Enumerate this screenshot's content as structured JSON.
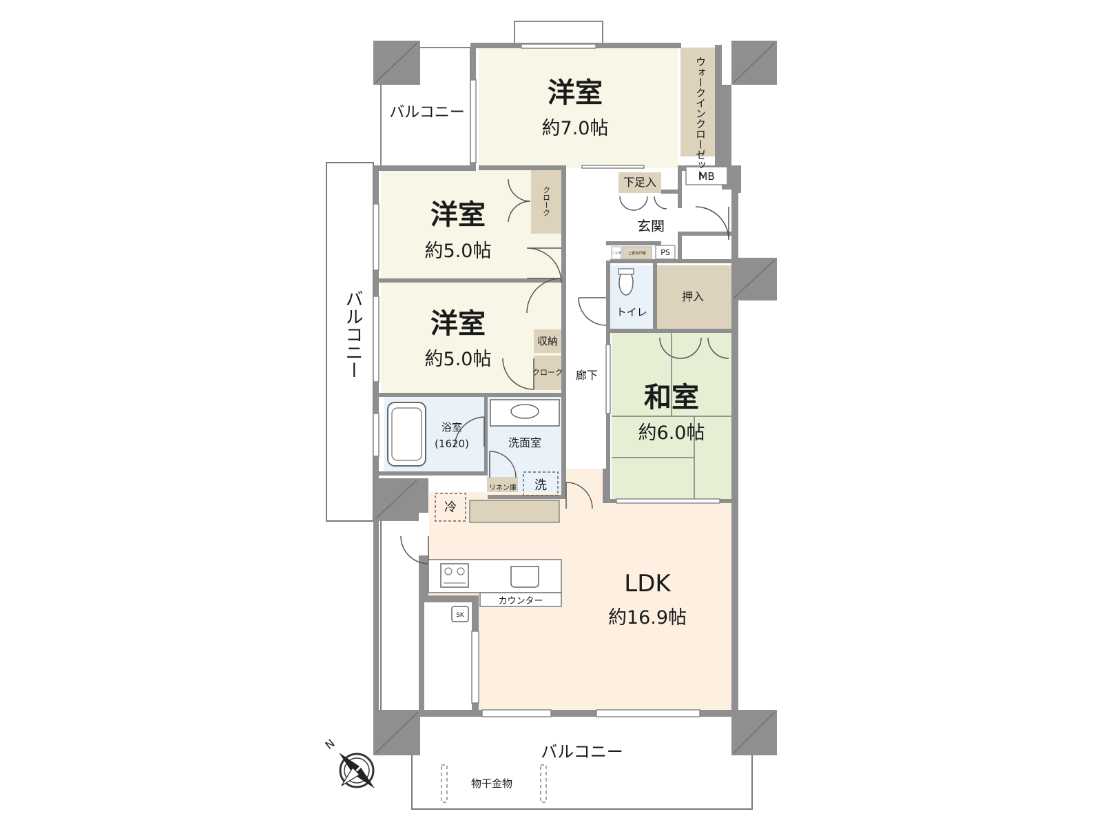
{
  "rooms": {
    "western1": {
      "name": "洋室",
      "size": "約7.0帖"
    },
    "western2": {
      "name": "洋室",
      "size": "約5.0帖"
    },
    "western3": {
      "name": "洋室",
      "size": "約5.0帖"
    },
    "japanese": {
      "name": "和室",
      "size": "約6.0帖"
    },
    "ldk": {
      "name": "LDK",
      "size": "約16.9帖"
    }
  },
  "labels": {
    "balcony_top": "バルコニー",
    "balcony_side": "バルコニー",
    "balcony_bottom": "バルコニー",
    "walkin_closet": "ウォークインクローゼット",
    "mb": "MB",
    "shoe_box": "下足入",
    "entrance": "玄関",
    "ps": "PS",
    "toilet": "トイレ",
    "toilet_niche": "ニッチ",
    "toilet_cabinet": "上部吊戸棚",
    "closet_oshiire": "押入",
    "cloak1": "クローク",
    "cloak2": "クローク",
    "storage": "収納",
    "hallway": "廊下",
    "bath": "浴室",
    "bath_size": "(1620)",
    "washroom": "洗面室",
    "linen": "リネン庫",
    "washer": "洗",
    "fridge": "冷",
    "counter": "カウンター",
    "sk": "SK",
    "drying_hardware": "物干金物",
    "north": "N"
  },
  "colors": {
    "western": "#f8f6e6",
    "japanese": "#e4efd4",
    "ldk": "#fdf0e1",
    "wet": "#e9f2f9",
    "storage": "#ddd3bd",
    "wall": "#8f8f8f"
  }
}
